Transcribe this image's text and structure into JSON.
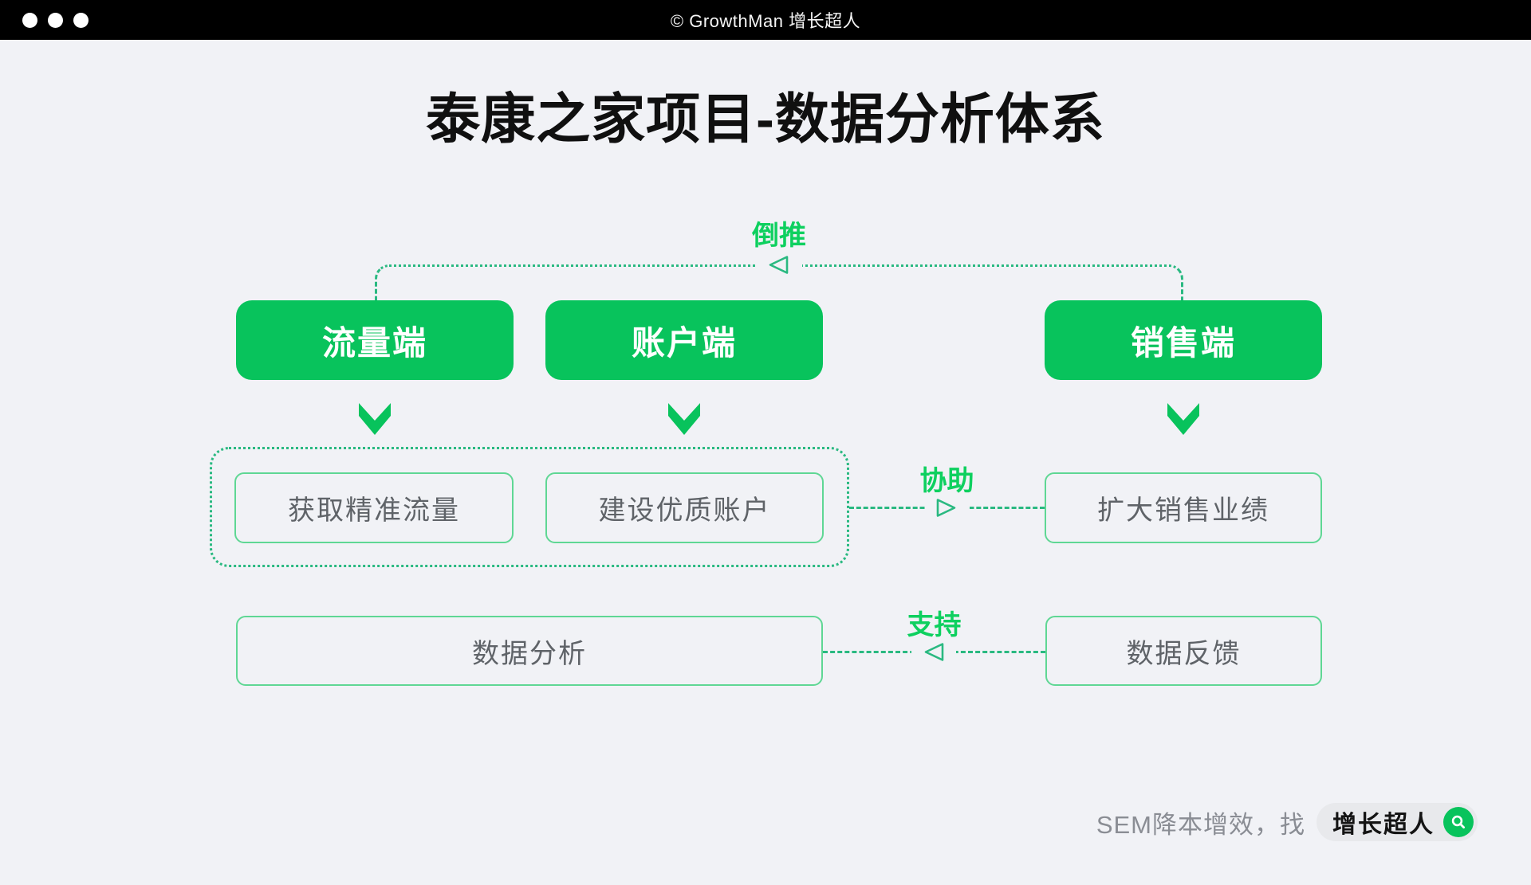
{
  "window": {
    "titlebar_text": "© GrowthMan 增长超人",
    "controls": [
      "dot",
      "dot",
      "dot"
    ]
  },
  "title": "泰康之家项目-数据分析体系",
  "colors": {
    "background": "#f1f2f6",
    "titlebar": "#000000",
    "primary_green": "#08c35c",
    "label_green": "#0ed05f",
    "dash_teal": "#2ab981",
    "light_green_border": "#5fd794",
    "box_text_gray": "#5f6368",
    "tagline_gray": "#8a8d94",
    "pill_bg": "#e8e9ec"
  },
  "flow": {
    "backtrack_label": "倒推",
    "stages": [
      {
        "label": "流量端"
      },
      {
        "label": "账户端"
      },
      {
        "label": "销售端"
      }
    ],
    "goals": [
      {
        "label": "获取精准流量"
      },
      {
        "label": "建设优质账户"
      },
      {
        "label": "扩大销售业绩"
      }
    ],
    "assist_label": "协助",
    "support_label": "支持",
    "analysis_label": "数据分析",
    "feedback_label": "数据反馈"
  },
  "footer": {
    "tagline": "SEM降本增效，找",
    "brand": "增长超人",
    "icon": "search-icon"
  }
}
